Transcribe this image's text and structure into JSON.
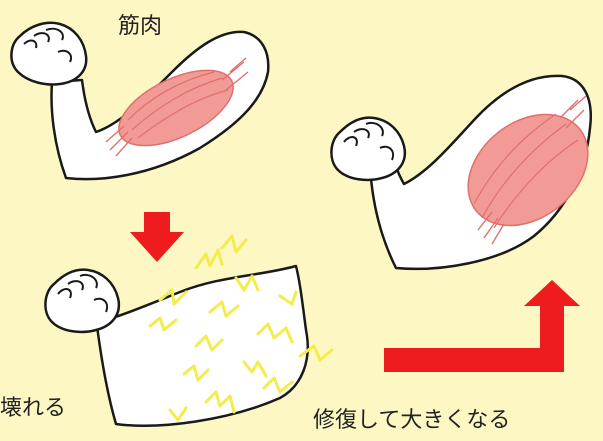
{
  "labels": {
    "muscle": "筋肉",
    "broken": "壊れる",
    "repair": "修復して大きくなる"
  },
  "colors": {
    "background": "#fdf8c3",
    "skin": "#ffffff",
    "outline": "#1a1a1a",
    "muscle": "#f19a96",
    "muscle_stripe": "#e0706c",
    "arrow": "#ee1c1c",
    "crack": "#f3ec4d"
  }
}
